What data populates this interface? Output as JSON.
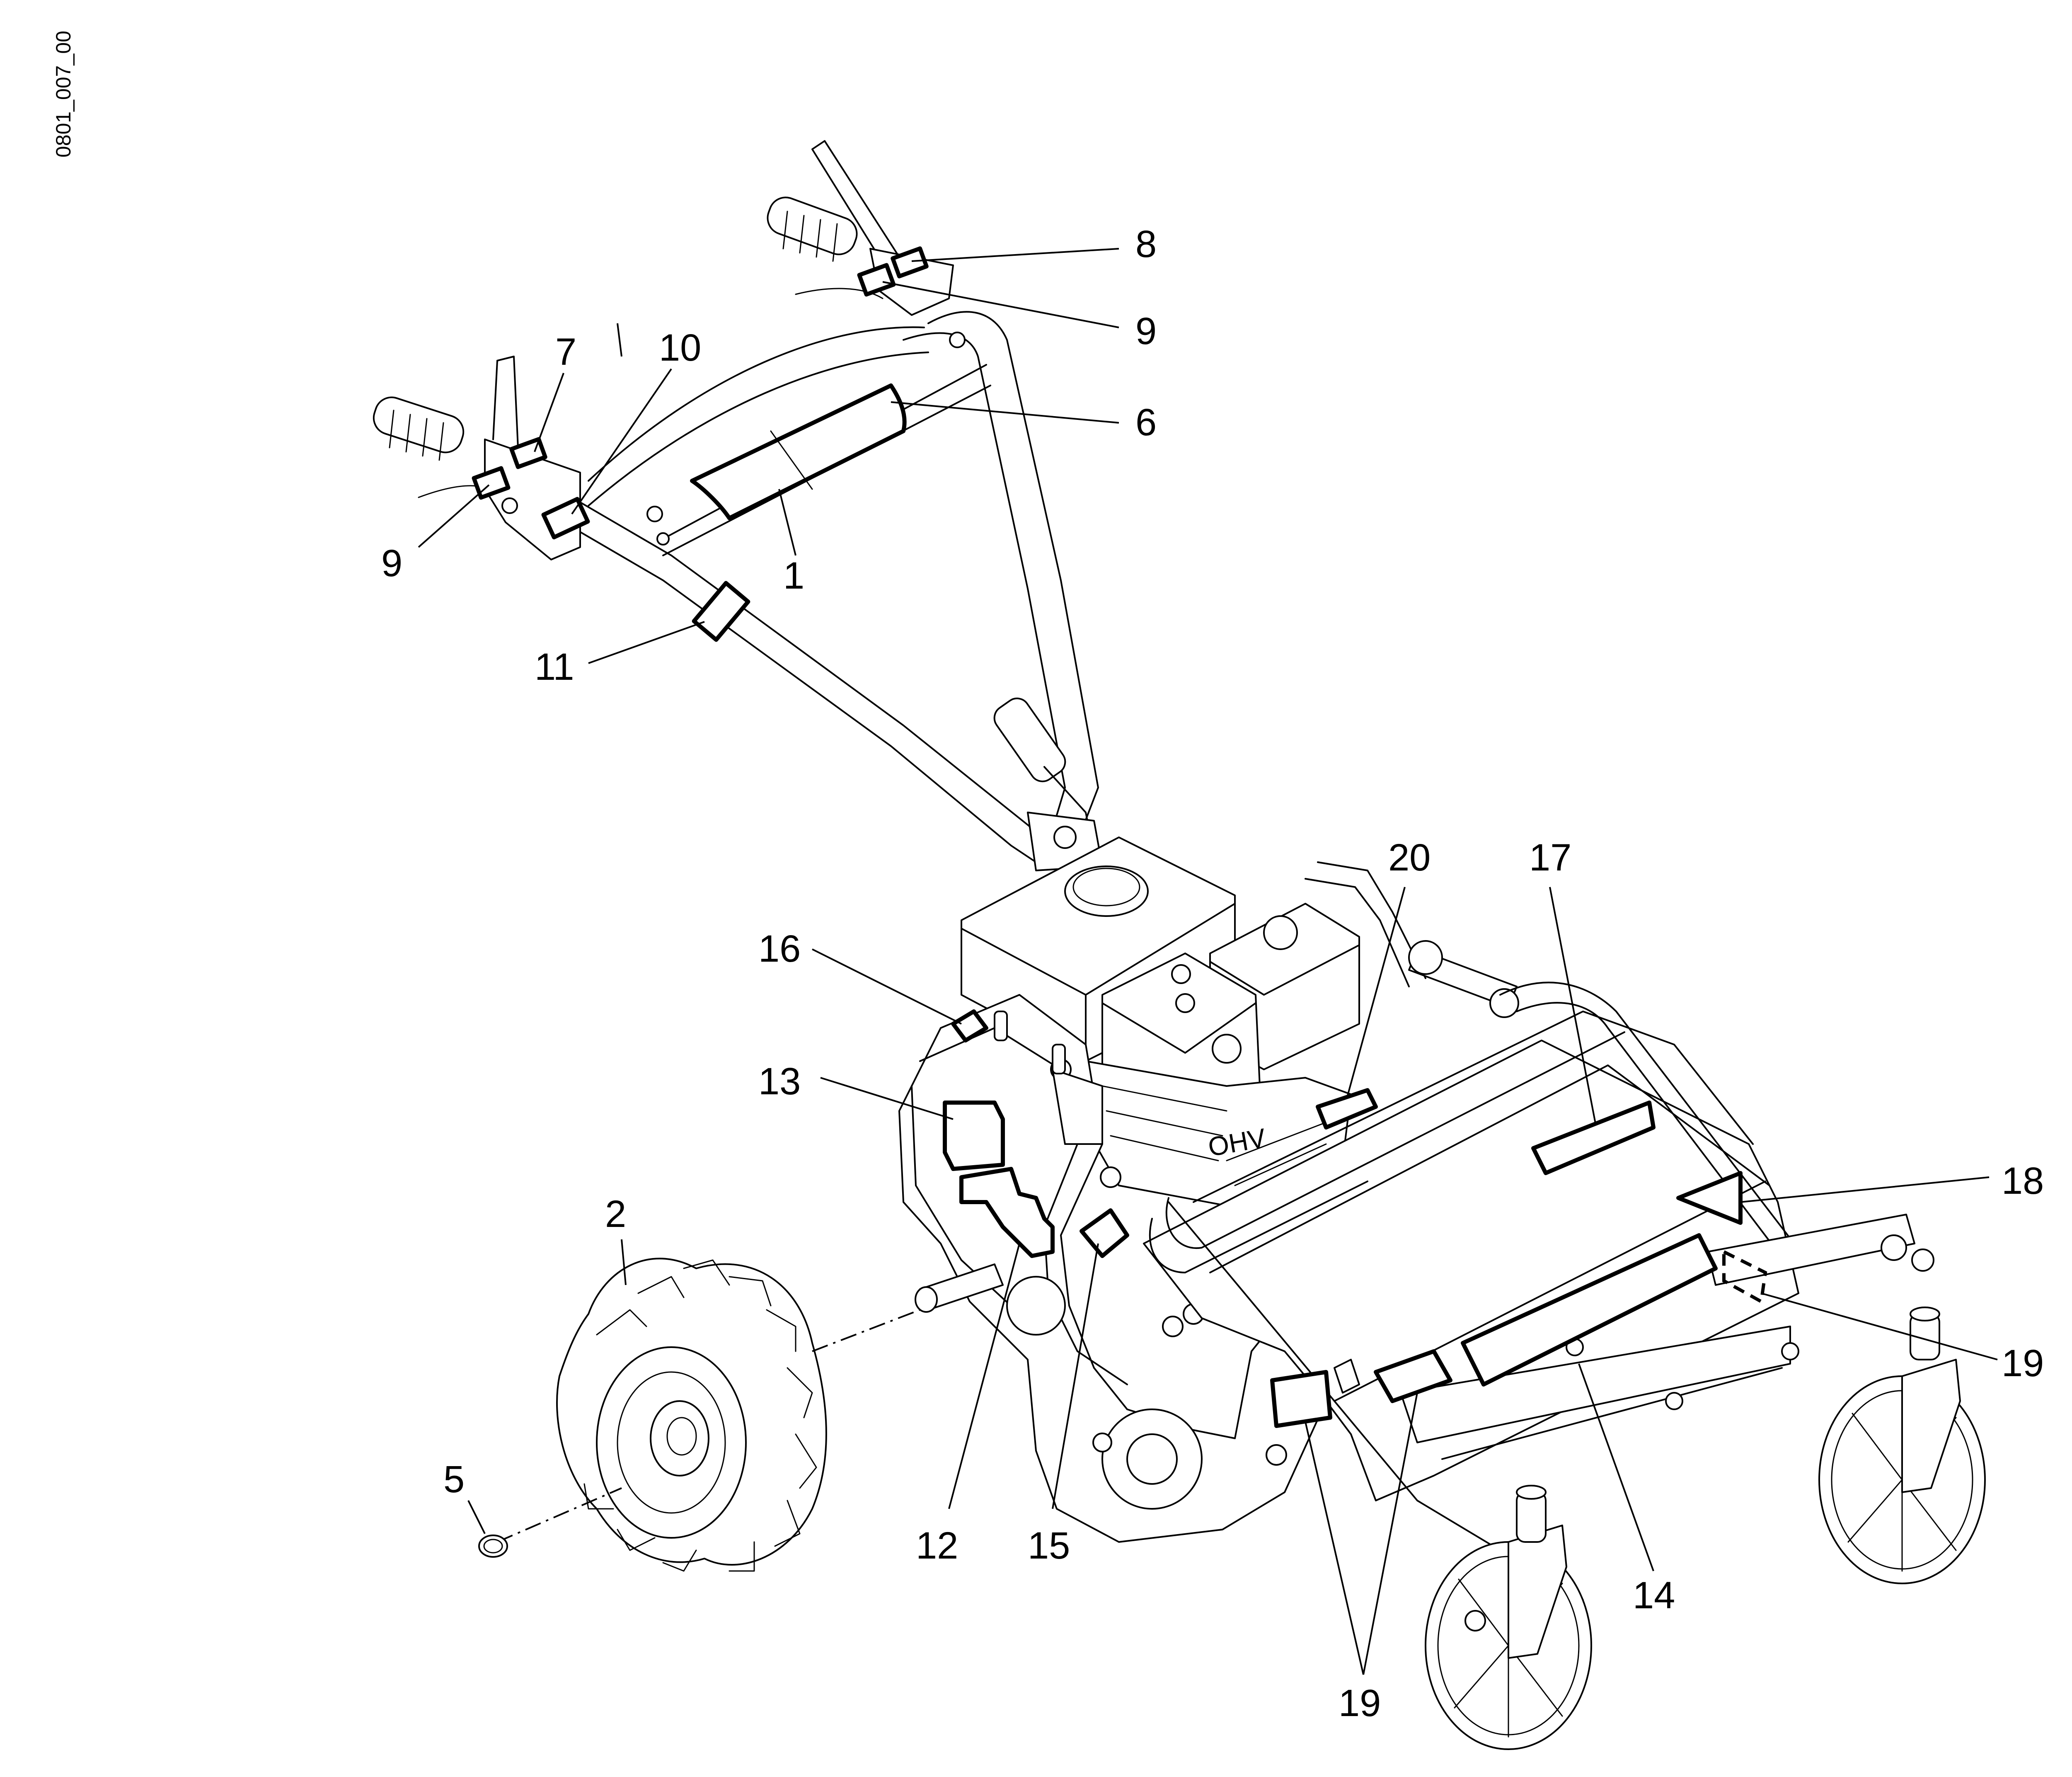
{
  "document_id": "0801_007_00",
  "callouts": {
    "c1": "1",
    "c2": "2",
    "c5": "5",
    "c6": "6",
    "c7": "7",
    "c8": "8",
    "c9a": "9",
    "c9b": "9",
    "c10": "10",
    "c11": "11",
    "c12": "12",
    "c13": "13",
    "c14": "14",
    "c15": "15",
    "c16": "16",
    "c17": "17",
    "c18": "18",
    "c19a": "19",
    "c19b": "19",
    "c20": "20"
  },
  "engine_badge": "OHV"
}
